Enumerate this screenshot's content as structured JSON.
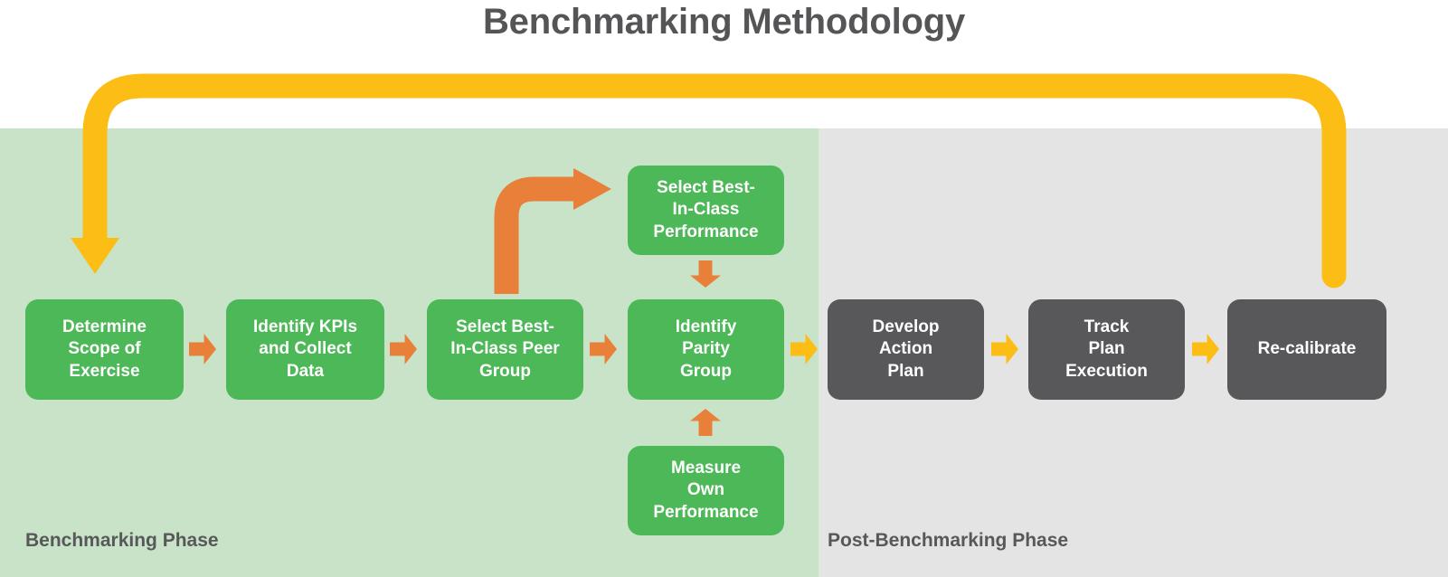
{
  "page_title": "Benchmarking Methodology",
  "phases": [
    {
      "id": "benchmarking",
      "label": "Benchmarking Phase",
      "panel_color": "#c8e3c8"
    },
    {
      "id": "post",
      "label": "Post-Benchmarking Phase",
      "panel_color": "#e4e4e4"
    }
  ],
  "colors": {
    "title_text": "#555557",
    "green_box": "#4cb857",
    "dark_box": "#58585a",
    "orange_arrow": "#e8803a",
    "yellow_arrow": "#fcbe15",
    "green_panel": "#c8e3c8",
    "gray_panel": "#e4e4e4",
    "box_text": "#ffffff"
  },
  "steps": [
    {
      "id": "scope",
      "label": "Determine\nScope of\nExercise",
      "phase": "benchmarking",
      "style": "green"
    },
    {
      "id": "kpis",
      "label": "Identify KPIs\nand Collect\nData",
      "phase": "benchmarking",
      "style": "green"
    },
    {
      "id": "peer",
      "label": "Select Best-\nIn-Class Peer\nGroup",
      "phase": "benchmarking",
      "style": "green"
    },
    {
      "id": "parity",
      "label": "Identify\nParity\nGroup",
      "phase": "benchmarking",
      "style": "green"
    },
    {
      "id": "action",
      "label": "Develop\nAction\nPlan",
      "phase": "post",
      "style": "dark"
    },
    {
      "id": "track",
      "label": "Track\nPlan\nExecution",
      "phase": "post",
      "style": "dark"
    },
    {
      "id": "recal",
      "label": "Re-calibrate",
      "phase": "post",
      "style": "dark"
    }
  ],
  "satellite_steps": [
    {
      "id": "bic_performance",
      "label": "Select Best-\nIn-Class\nPerformance",
      "phase": "benchmarking",
      "style": "green",
      "position": "above-parity"
    },
    {
      "id": "measure_own",
      "label": "Measure\nOwn\nPerformance",
      "phase": "benchmarking",
      "style": "green",
      "position": "below-parity"
    }
  ],
  "connectors": [
    {
      "id": "scope-to-kpis",
      "from": "scope",
      "to": "kpis",
      "color": "#e8803a",
      "direction": "right"
    },
    {
      "id": "kpis-to-peer",
      "from": "kpis",
      "to": "peer",
      "color": "#e8803a",
      "direction": "right"
    },
    {
      "id": "peer-to-parity",
      "from": "peer",
      "to": "parity",
      "color": "#e8803a",
      "direction": "right"
    },
    {
      "id": "parity-to-action",
      "from": "parity",
      "to": "action",
      "color": "#fcbe15",
      "direction": "right"
    },
    {
      "id": "action-to-track",
      "from": "action",
      "to": "track",
      "color": "#fcbe15",
      "direction": "right"
    },
    {
      "id": "track-to-recalibrate",
      "from": "track",
      "to": "recal",
      "color": "#fcbe15",
      "direction": "right"
    },
    {
      "id": "bic-to-parity",
      "from": "bic_performance",
      "to": "parity",
      "color": "#e8803a",
      "direction": "down"
    },
    {
      "id": "measure-to-parity",
      "from": "measure_own",
      "to": "parity",
      "color": "#e8803a",
      "direction": "up"
    },
    {
      "id": "peer-elbow-to-bic",
      "from": "peer",
      "to": "bic_performance",
      "color": "#e8803a",
      "direction": "elbow-up-right"
    },
    {
      "id": "feedback-loop",
      "from": "recal",
      "to": "scope",
      "color": "#fcbe15",
      "direction": "loop-over-top"
    }
  ]
}
